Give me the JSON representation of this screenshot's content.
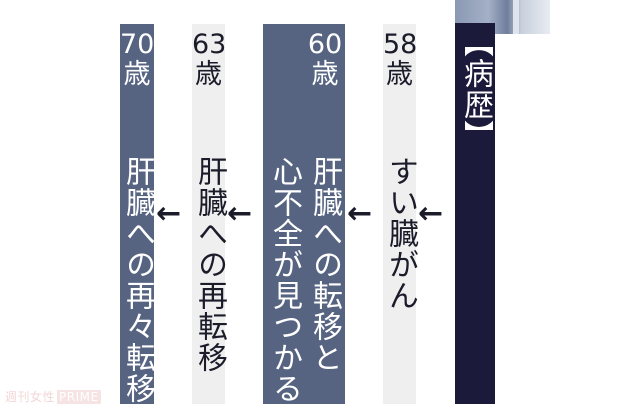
{
  "title": "【病歴】",
  "colors": {
    "title_bg": "#1c1a3a",
    "light_bg": "#efefef",
    "slate_bg": "#566482",
    "arrow": "#1b1b2a"
  },
  "arrow_glyph": "←",
  "entries": [
    {
      "age": "58",
      "unit": "歳",
      "text": "すい臓がん",
      "style": "light"
    },
    {
      "age": "60",
      "unit": "歳",
      "text_lines": [
        "肝臓への転移と",
        "心不全が見つかる"
      ],
      "style": "slate"
    },
    {
      "age": "63",
      "unit": "歳",
      "text": "肝臓への再転移",
      "style": "light"
    },
    {
      "age": "70",
      "unit": "歳",
      "text": "肝臓への再々転移",
      "style": "slate"
    }
  ],
  "watermark": {
    "text": "週刊女性",
    "brand": "PRIME"
  }
}
